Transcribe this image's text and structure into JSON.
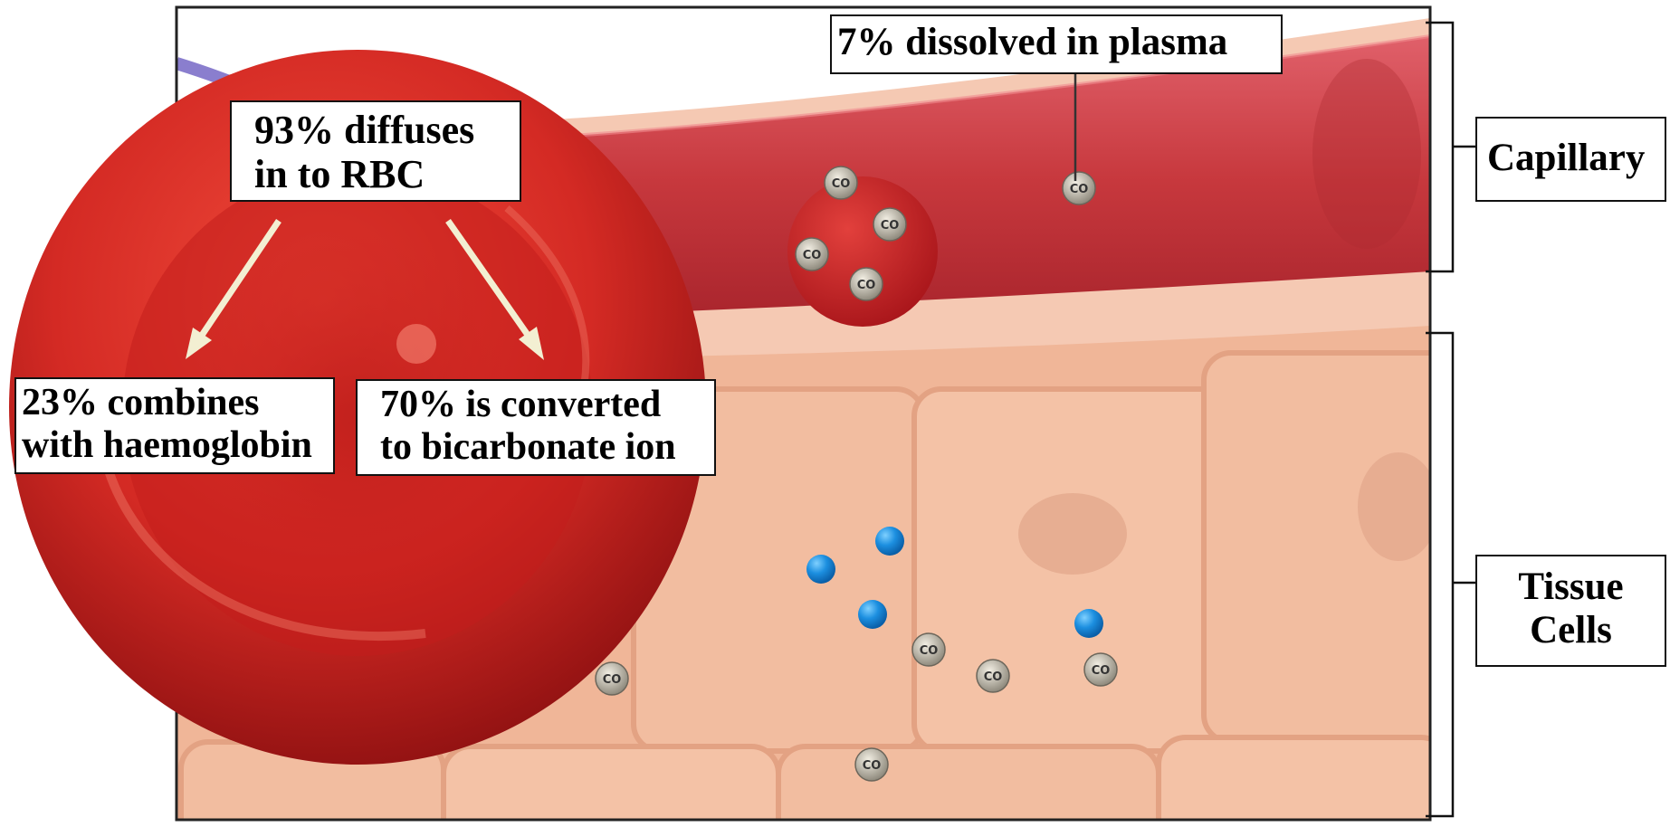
{
  "labels": {
    "diffuses": [
      "93% diffuses",
      "in to RBC"
    ],
    "combines": [
      "23% combines",
      "with haemoglobin"
    ],
    "converted": [
      "70% is converted",
      "to bicarbonate ion"
    ],
    "dissolved": "7% dissolved in plasma",
    "capillary": "Capillary",
    "tissue": [
      "Tissue",
      "Cells"
    ]
  },
  "molecule_text": "CO",
  "colors": {
    "rbc": "#d42a24",
    "capillary": "#c7383d",
    "tissue": "#efb494",
    "tissue_edge": "#e39d7d",
    "blue_dot": "#1c8fe0",
    "arrow": "#f3efd2"
  }
}
